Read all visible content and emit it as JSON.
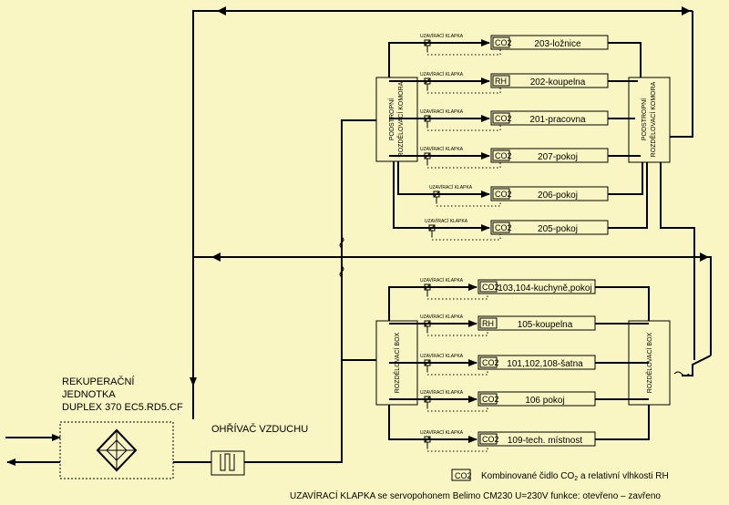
{
  "colors": {
    "background": "#faf6c3",
    "line": "#000000"
  },
  "unit": {
    "line1": "REKUPERAČNÍ",
    "line2": "JEDNOTKA",
    "line3": "DUPLEX 370 EC5.RD5.CF"
  },
  "heater": {
    "label": "OHŘÍVAČ VZDUCHU"
  },
  "upper_left_chamber": {
    "line1": "PODSTROPNÍ",
    "line2": "ROZDĚLOVACÍ KOMORA"
  },
  "upper_right_chamber": {
    "line1": "PODSTROPNÍ",
    "line2": "ROZDĚLOVACÍ KOMORA"
  },
  "lower_left_box": {
    "label": "ROZDĚLOVACÍ BOX"
  },
  "lower_right_box": {
    "label": "ROZDĚLOVACÍ BOX"
  },
  "damper_label": "UZAVÍRACÍ KLAPKA",
  "upper_rooms": [
    {
      "sensor": "CO2",
      "name": "203-ložnice"
    },
    {
      "sensor": "RH",
      "name": "202-koupelna"
    },
    {
      "sensor": "CO2",
      "name": "201-pracovna"
    },
    {
      "sensor": "CO2",
      "name": "207-pokoj"
    },
    {
      "sensor": "CO2",
      "name": "206-pokoj"
    },
    {
      "sensor": "CO2",
      "name": "205-pokoj"
    }
  ],
  "lower_rooms": [
    {
      "sensor": "CO2",
      "name": "103,104-kuchyně,pokoj"
    },
    {
      "sensor": "RH",
      "name": "105-koupelna"
    },
    {
      "sensor": "CO2",
      "name": "101,102,108-šatna"
    },
    {
      "sensor": "CO2",
      "name": "106 pokoj"
    },
    {
      "sensor": "CO2",
      "name": "109-tech. místnost"
    }
  ],
  "legend": {
    "sensor_symbol": "CO2",
    "sensor_text_a": "Kombinované čidlo CO",
    "sensor_text_sub": "2",
    "sensor_text_b": " a relativní vlhkosti RH",
    "damper_text": "UZAVÍRACÍ KLAPKA se servopohonem Belimo CM230 U=230V funkce: otevřeno – zavřeno"
  }
}
